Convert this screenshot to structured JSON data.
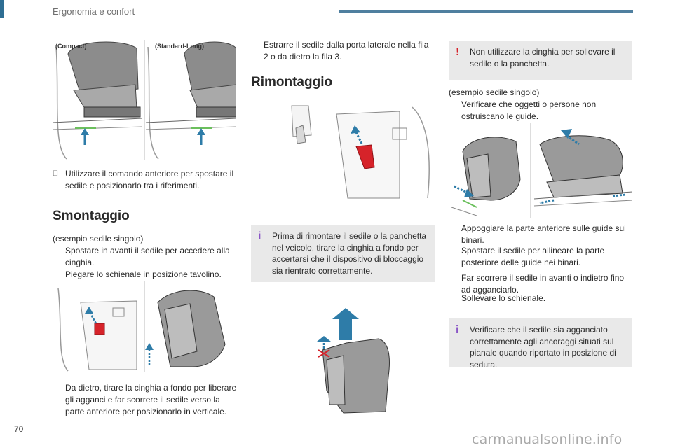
{
  "header": {
    "title": "Ergonomia e confort"
  },
  "page_number": "70",
  "watermark": "carmanualsonline.info",
  "colors": {
    "accent_blue": "#2e7ca8",
    "handle_red": "#d6232a",
    "info_purple": "#8a55c7",
    "note_bg": "#e9e9e9"
  },
  "icons": {
    "bullet": "",
    "info": "info-icon",
    "warning": "warning-icon"
  },
  "col1": {
    "labels": {
      "compact": "(Compact)",
      "standard_long": "(Standard-Long)"
    },
    "bullet1": "Utilizzare il comando anteriore per spostare il sedile e posizionarlo tra i riferimenti.",
    "smontaggio_title": "Smontaggio",
    "example": "(esempio sedile singolo)",
    "bullet2": "Spostare in avanti il sedile per accedere alla cinghia.",
    "bullet3": "Piegare lo schienale in posizione tavolino.",
    "bullet4": "Da dietro, tirare la cinghia a fondo per liberare gli agganci e far scorrere il sedile verso la parte anteriore per posizionarlo in verticale."
  },
  "col2": {
    "bullet1": "Estrarre il sedile dalla porta laterale nella fila 2 o da dietro la fila 3.",
    "rimontaggio_title": "Rimontaggio",
    "note": "Prima di rimontare il sedile o la panchetta nel veicolo, tirare la cinghia a fondo per accertarsi che il dispositivo di bloccaggio sia rientrato correttamente."
  },
  "col3": {
    "warning": "Non utilizzare la cinghia per sollevare il sedile o la panchetta.",
    "example": "(esempio sedile singolo)",
    "bullet1": "Verificare che oggetti o persone non ostruiscano le guide.",
    "bullet2": "Appoggiare la parte anteriore sulle guide sui binari.",
    "bullet3": "Spostare il sedile per allineare la parte posteriore delle guide nei binari.",
    "bullet4": "Far scorrere il sedile in avanti o indietro fino ad agganciarlo.",
    "bullet5": "Sollevare lo schienale.",
    "note": "Verificare che il sedile sia agganciato correttamente agli ancoraggi situati sul pianale quando riportato in posizione di seduta."
  }
}
